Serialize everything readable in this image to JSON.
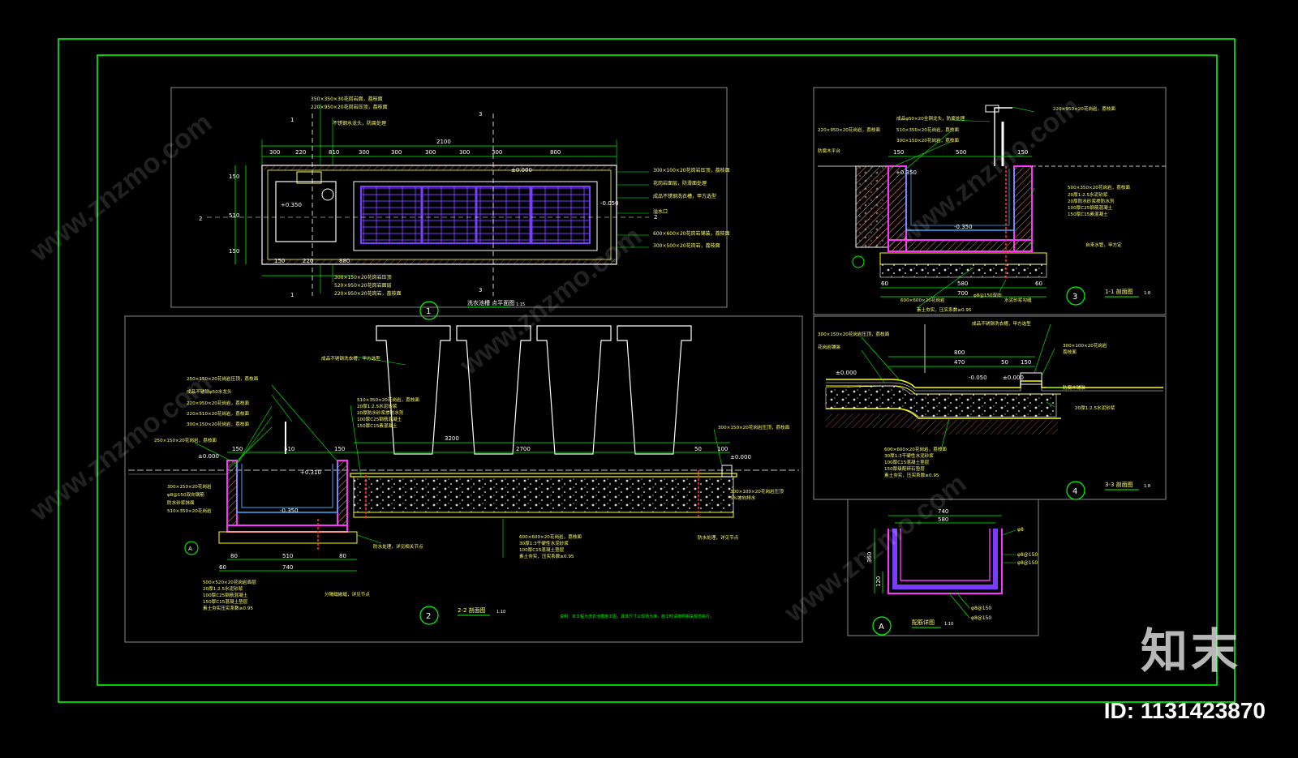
{
  "colors": {
    "background": "#000000",
    "frame": "#00ff00",
    "panel_border": "#8a8a8a",
    "dim": "#00ff00",
    "label": "#ffff66",
    "outline": "#ffffff",
    "wall": "#ff33ff",
    "fill_purple": "#7a3cff",
    "blue_line": "#3fa9ff",
    "rebar": "#ff2a2a",
    "ground": "#ffff00"
  },
  "views": {
    "plan": {
      "number": "1",
      "title": "洗衣池槽 点平面图",
      "scale": "1:15"
    },
    "sec22": {
      "number": "2",
      "title": "2-2 剖面图",
      "scale": "1:10"
    },
    "sec11": {
      "number": "3",
      "title": "1-1 剖面图",
      "scale": "1:8"
    },
    "sec33": {
      "number": "4",
      "title": "3-3 剖面图",
      "scale": "1:8"
    },
    "detailA": {
      "number": "A",
      "title": "配筋详图",
      "scale": "1:10"
    }
  },
  "plan_dims": {
    "overall": "2100",
    "top_row": [
      "300",
      "220",
      "810",
      "300",
      "300",
      "300",
      "300",
      "300",
      "800"
    ],
    "left_col": [
      "150",
      "510",
      "150"
    ],
    "bottom": [
      "150",
      "220",
      "880"
    ],
    "elev_a": "-0.050",
    "elev_b": "+0.350",
    "elev_c": "±0.000",
    "cut_1": "1",
    "cut_2": "2",
    "cut_3": "3"
  },
  "sec22_dims": {
    "left": [
      "150",
      "510",
      "150"
    ],
    "span": "2700",
    "w": "3200",
    "elev_top": "±0.000",
    "elev_a": "+0.310",
    "elev_b": "-0.350",
    "elev_c": "±0.000",
    "bottom": [
      "80",
      "510",
      "80"
    ],
    "bottom_total": "740",
    "gap": "60",
    "right": [
      "50",
      "100"
    ]
  },
  "sec11_dims": {
    "top": [
      "150",
      "500",
      "150"
    ],
    "elev_a": "+0.350",
    "elev_b": "-0.350",
    "bottom": [
      "60",
      "580",
      "60"
    ],
    "total": "700"
  },
  "sec33_dims": {
    "top": [
      "800",
      "470",
      "50",
      "150"
    ],
    "elev_a": "±0.000",
    "elev_b": "-0.050",
    "elev_c": "±0.000"
  },
  "detailA_dims": {
    "width": "740",
    "inner": "580",
    "rebar": [
      "φ8",
      "φ8@150",
      "φ8@150"
    ],
    "height": "360",
    "base": "120"
  },
  "note": "说明：本工程为洗衣池槽施工图，具体尺寸以现场为准，施工时请按照相关规范执行。",
  "watermark": {
    "brand": "知末",
    "id": "ID: 1131423870",
    "site": "www.znzmo.com"
  }
}
